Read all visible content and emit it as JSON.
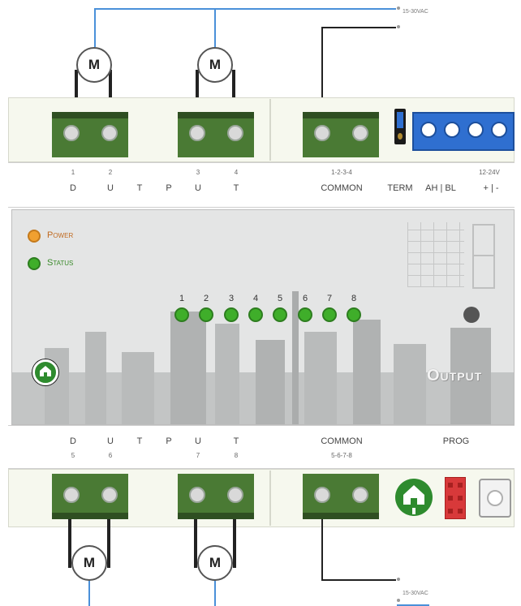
{
  "motor_label": "M",
  "supply_top_label": "15-30VAC",
  "supply_bottom_label": "15-30VAC",
  "top_labels": {
    "channel_numbers": [
      "1",
      "2",
      "3",
      "4"
    ],
    "letters": [
      "D",
      "U",
      "T",
      "P",
      "U",
      "T"
    ],
    "common_numbers": "1-2-3-4",
    "common": "COMMON",
    "term": "TERM",
    "ah_bl": "AH | BL",
    "voltage": "12-24V",
    "plus_minus": "+ | -"
  },
  "bottom_labels": {
    "letters": [
      "D",
      "U",
      "T",
      "P",
      "U",
      "T"
    ],
    "channel_numbers": [
      "5",
      "6",
      "7",
      "8"
    ],
    "common": "COMMON",
    "common_numbers": "5-6-7-8",
    "prog": "PROG"
  },
  "panel": {
    "power_label": "Power",
    "status_label": "Status",
    "output_leds": [
      "1",
      "2",
      "3",
      "4",
      "5",
      "6",
      "7",
      "8"
    ],
    "title": "Output"
  },
  "colors": {
    "terminal_green": "#4a7a34",
    "led_green": "#3fae2a",
    "power_led": "#f0a030",
    "wire_blue": "#4a90d9",
    "connector_blue": "#2f6fd0",
    "prog_red": "#d8393a"
  }
}
